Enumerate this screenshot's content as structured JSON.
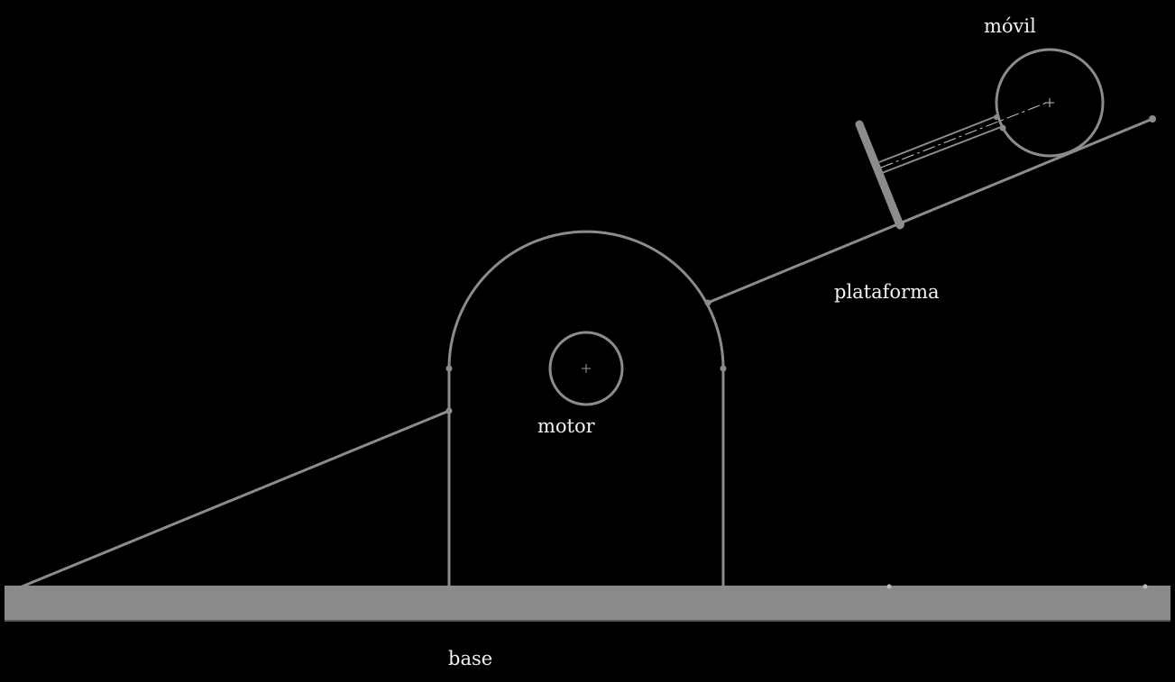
{
  "labels": {
    "movil": "móvil",
    "plataforma": "plataforma",
    "motor": "motor",
    "base": "base"
  },
  "colors": {
    "background": "#000000",
    "line": "#8c8c8c",
    "base_bar": "#8a8a8a",
    "text": "#f2f2f2"
  }
}
